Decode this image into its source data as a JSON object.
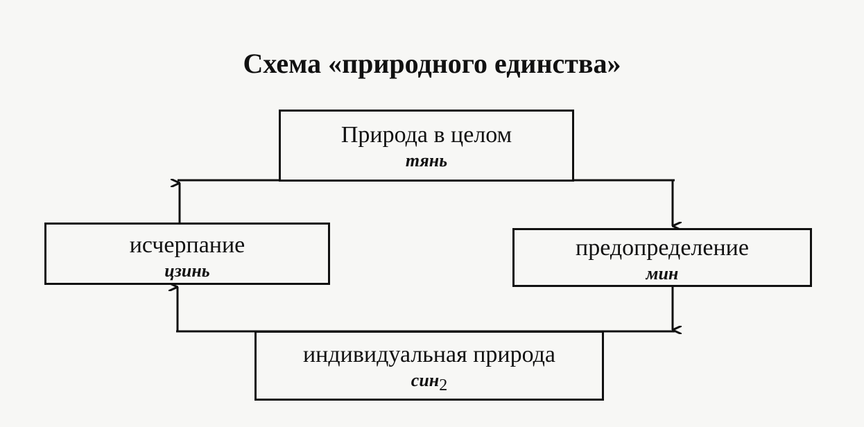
{
  "title": "Схема «природного единства»",
  "nodes": {
    "top": {
      "label": "Природа в целом",
      "term": "тянь"
    },
    "right": {
      "label": "предопределение",
      "term": "мин"
    },
    "bottom": {
      "label": "индивидуальная природа",
      "term": "син",
      "term_subscript": "2"
    },
    "left": {
      "label": "исчерпание",
      "term": "цзинь"
    }
  }
}
